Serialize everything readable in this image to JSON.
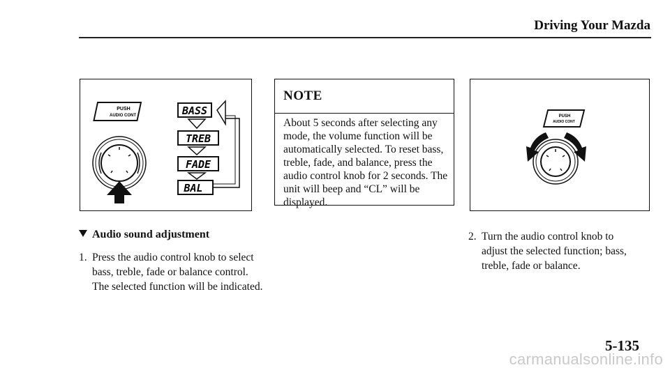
{
  "header": {
    "title": "Driving Your Mazda"
  },
  "figure_left": {
    "button_label_line1": "PUSH",
    "button_label_line2": "AUDIO CONT",
    "modes": [
      "BASS",
      "TREB",
      "FADE",
      "BAL"
    ]
  },
  "figure_right": {
    "button_label_line1": "PUSH",
    "button_label_line2": "AUDIO CONT"
  },
  "note": {
    "heading": "NOTE",
    "body": "About 5 seconds after selecting any mode, the volume function will be automatically selected. To reset bass, treble, fade, and balance, press the audio control knob for 2 seconds. The unit will beep and “CL” will be displayed."
  },
  "section": {
    "heading": "Audio sound adjustment"
  },
  "steps": [
    {
      "number": "1.",
      "text": "Press the audio control knob to select bass, treble, fade or balance control. The selected function will be indicated."
    },
    {
      "number": "2.",
      "text": "Turn the audio control knob to adjust the selected function; bass, treble, fade or balance."
    }
  ],
  "page_number": "5-135",
  "watermark": "carmanualsonline.info",
  "colors": {
    "ink": "#111111",
    "watermark": "#c9c9c9"
  }
}
